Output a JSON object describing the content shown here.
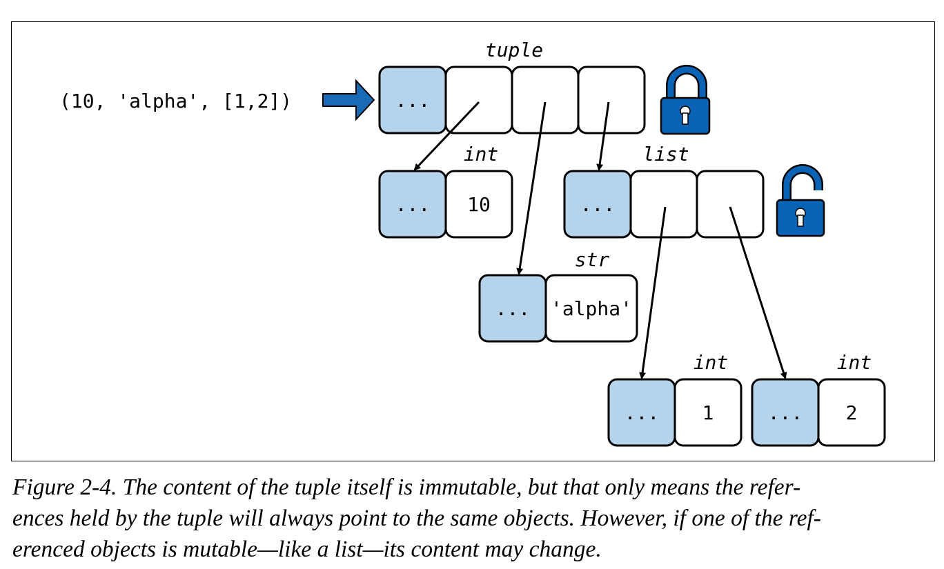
{
  "diagram": {
    "expression": "(10, 'alpha', [1,2])",
    "header_cell": "...",
    "objects": {
      "tuple": {
        "type": "tuple"
      },
      "int_10": {
        "type": "int",
        "value": "10"
      },
      "list": {
        "type": "list"
      },
      "str_alpha": {
        "type": "str",
        "value": "'alpha'"
      },
      "int_1": {
        "type": "int",
        "value": "1"
      },
      "int_2": {
        "type": "int",
        "value": "2"
      }
    },
    "colors": {
      "header_fill": "#b5d3ea",
      "arrow_fill": "#1a6bb5",
      "lock_fill": "#0b63b6"
    },
    "icons": {
      "tuple_lock": "lock-closed-icon",
      "list_lock": "lock-open-icon"
    }
  },
  "caption": {
    "lines": [
      "Figure 2-4. The content of the tuple itself is immutable, but that only means the refer-",
      "ences held by the tuple will always point to the same objects. However, if one of the ref-",
      "erenced objects is mutable—like a list—its content may change."
    ]
  }
}
